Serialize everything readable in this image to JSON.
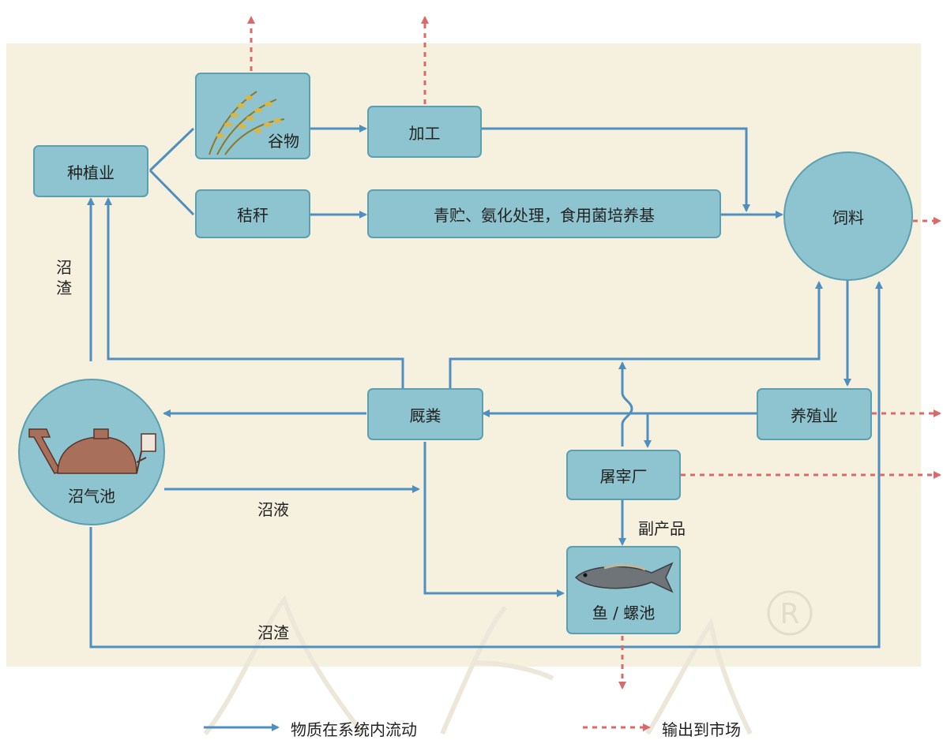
{
  "nodes": {
    "planting": "种植业",
    "grain": "谷物",
    "straw": "秸秆",
    "processing": "加工",
    "straw_treatment": "青贮、氨化处理，食用菌培养基",
    "feed": "饲料",
    "breeding": "养殖业",
    "manure": "厩粪",
    "biogas": "沼气池",
    "slaughter": "屠宰厂",
    "fish_pond": "鱼 / 螺池"
  },
  "edge_labels": {
    "biogas_residue_up": "沼渣",
    "biogas_liquid": "沼液",
    "biogas_residue_bottom": "沼渣",
    "byproduct": "副产品"
  },
  "legend": {
    "system_flow": "物质在系统内流动",
    "market_output": "输出到市场"
  },
  "watermark": "®",
  "colors": {
    "panel_bg": "#f6f1df",
    "node_fill": "#8ec4cf",
    "node_border": "#5b9fb0",
    "flow_arrow": "#4f8fbf",
    "market_arrow": "#d86a6a"
  }
}
